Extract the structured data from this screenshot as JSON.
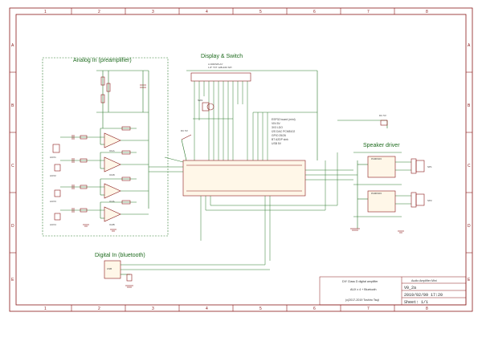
{
  "sections": {
    "analog": "Analog In (preamplifier)",
    "display": "Display & Switch",
    "speaker": "Speaker driver",
    "digital": "Digital In (bluetooth)"
  },
  "frame": {
    "columns": [
      "1",
      "2",
      "3",
      "4",
      "5",
      "6",
      "7",
      "8"
    ],
    "rows": [
      "A",
      "B",
      "C",
      "D",
      "E"
    ]
  },
  "display_block": {
    "lcd_label_1": "LCDDISPLAY",
    "lcd_label_2": "1.8\" TFT 128x160 SPI",
    "module_notes": [
      "ESP32 board (mini)",
      "VIN 5V",
      "3V3 LDO",
      "I2S DAC PCM5102",
      "GPIO 25/26",
      "BT A2DP sink",
      "USB 5V"
    ]
  },
  "title_block": {
    "design": "DIY Class D digital amplifier",
    "subtitle": "AUX x 4 + Bluetooth",
    "copyright": "(c)2017-2019 Toshiro Tsuji",
    "project": "Audio Amplifier Mini",
    "revision": "V0_2a",
    "date": "2019/02/09 17:20",
    "sheet": "Sheet: 1/1"
  },
  "components": {
    "usb_label": "USB",
    "aux_labels": [
      "AUX1",
      "AUX2",
      "AUX3",
      "AUX4"
    ],
    "opamp_labels": [
      "IC1A",
      "IC1B",
      "IC2A",
      "IC2B"
    ],
    "sw_label": "SW1",
    "pwr_label": "DC 5V",
    "spk_labels": [
      "SP1",
      "SP2"
    ],
    "amp_labels": [
      "PAM8403",
      "PAM8403"
    ]
  }
}
